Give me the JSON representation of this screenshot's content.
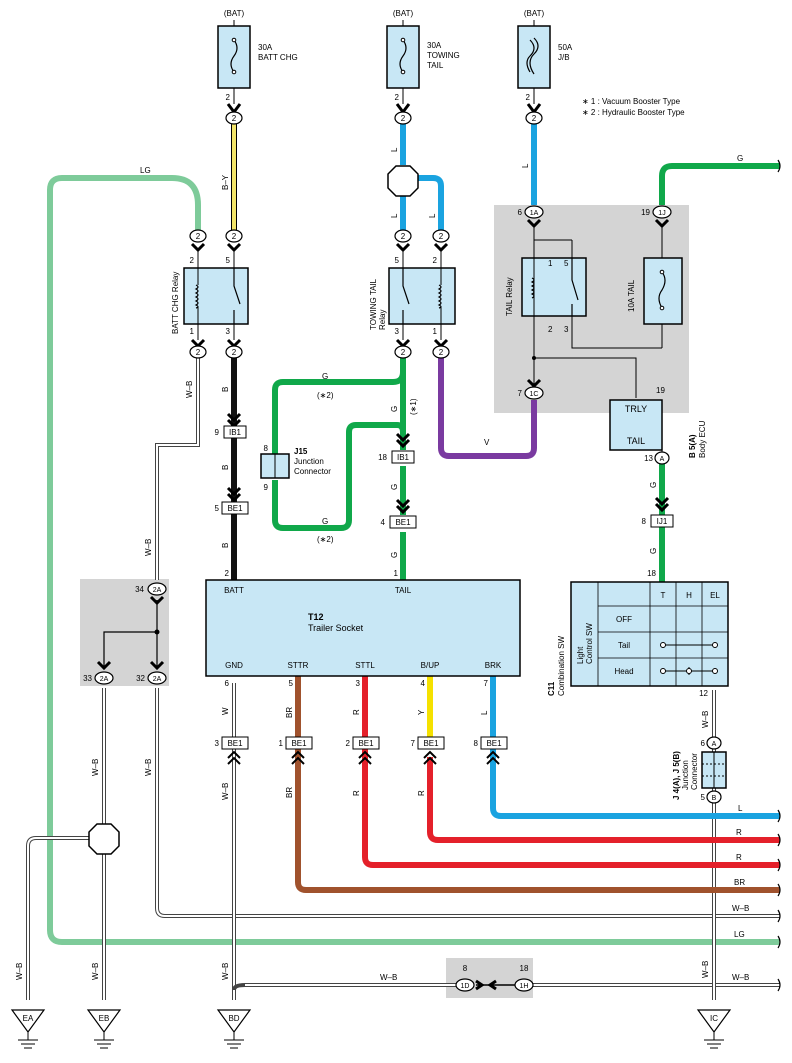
{
  "colors": {
    "LG": "#7ecb9a",
    "G": "#10a84a",
    "L": "#1aa3e0",
    "BY": "#f3e56a",
    "V": "#7a3aa0",
    "R": "#e4202a",
    "BR": "#a0522d",
    "Y": "#f5e100",
    "B": "#111111",
    "gray_box": "#d4d4d4",
    "component_fill": "#c8e7f5"
  },
  "notes": {
    "n1": "∗ 1 : Vacuum Booster Type",
    "n2": "∗ 2 : Hydraulic Booster Type"
  },
  "fuses": {
    "batt_chg": {
      "source": "(BAT)",
      "rating": "30A",
      "name": "BATT CHG",
      "pin": "2",
      "conn": "2"
    },
    "towing_tail": {
      "source": "(BAT)",
      "rating": "30A",
      "name1": "TOWING",
      "name2": "TAIL",
      "pin": "2",
      "conn": "2"
    },
    "jb": {
      "source": "(BAT)",
      "rating": "50A",
      "name": "J/B",
      "pin": "2",
      "conn": "2"
    }
  },
  "relays": {
    "batt_chg": {
      "name": "BATT CHG Relay",
      "pins": [
        "2",
        "5",
        "1",
        "3"
      ],
      "conns": [
        "2",
        "2",
        "2",
        "2"
      ]
    },
    "towing_tail": {
      "name1": "TOWING TAIL",
      "name2": "Relay",
      "pins": [
        "5",
        "2",
        "3",
        "1"
      ],
      "conns": [
        "2",
        "2",
        "2",
        "2"
      ]
    },
    "tail": {
      "name": "TAIL Relay",
      "pins": [
        "1",
        "5",
        "2",
        "3"
      ],
      "conn_top": "1A",
      "pin_top": "6",
      "conn_bot": "1C",
      "pin_bot": "7"
    }
  },
  "fuse_10a": {
    "name": "10A TAIL",
    "conn": "1J",
    "pin": "19"
  },
  "body_ecu": {
    "code": "B 5(A)",
    "name": "Body ECU",
    "trly": "TRLY",
    "tail": "TAIL",
    "pin_top": "19",
    "pin": "13",
    "conn": "A"
  },
  "junction_j15": {
    "code": "J15",
    "name1": "Junction",
    "name2": "Connector",
    "pin_top": "8",
    "pin_bot": "9"
  },
  "junction_j4": {
    "code": "J 4(A), J 5(B)",
    "name1": "Junction",
    "name2": "Connector",
    "pin_a": "6",
    "conn_a": "A",
    "pin_b": "5",
    "conn_b": "B"
  },
  "trailer_socket": {
    "code": "T12",
    "name": "Trailer Socket",
    "top_pins": [
      {
        "label": "BATT",
        "pin": "2"
      },
      {
        "label": "TAIL",
        "pin": "1"
      }
    ],
    "bottom_pins": [
      {
        "label": "GND",
        "pin": "6"
      },
      {
        "label": "STTR",
        "pin": "5"
      },
      {
        "label": "STTL",
        "pin": "3"
      },
      {
        "label": "B/UP",
        "pin": "4"
      },
      {
        "label": "BRK",
        "pin": "7"
      }
    ]
  },
  "combination_sw": {
    "code": "C11",
    "name": "Combination SW",
    "sub1": "Light",
    "sub2": "Control SW",
    "cols": [
      "T",
      "H",
      "EL"
    ],
    "rows": [
      "OFF",
      "Tail",
      "Head"
    ],
    "pin_top": "18",
    "pin_bot": "12"
  },
  "connectors": {
    "ib1": {
      "label": "IB1",
      "pin": "9"
    },
    "ib1b": {
      "label": "IB1",
      "pin": "18"
    },
    "be1_batt": {
      "label": "BE1",
      "pin": "5"
    },
    "be1_tail": {
      "label": "BE1",
      "pin": "4"
    },
    "ij1": {
      "label": "IJ1",
      "pin": "8"
    },
    "be1_gnd": {
      "label": "BE1",
      "pin": "3"
    },
    "be1_sttr": {
      "label": "BE1",
      "pin": "1"
    },
    "be1_sttl": {
      "label": "BE1",
      "pin": "2"
    },
    "be1_bup": {
      "label": "BE1",
      "pin": "7"
    },
    "be1_brk": {
      "label": "BE1",
      "pin": "8"
    },
    "c2a_top": {
      "label": "2A",
      "pin": "34"
    },
    "c2a_l": {
      "label": "2A",
      "pin": "33"
    },
    "c2a_r": {
      "label": "2A",
      "pin": "32"
    },
    "c1d": {
      "label": "1D",
      "pin": "8"
    },
    "c1h": {
      "label": "1H",
      "pin": "18"
    }
  },
  "wire_labels": {
    "lg": "LG",
    "by": "B–Y",
    "l": "L",
    "g": "G",
    "wb": "W–B",
    "b": "B",
    "v": "V",
    "w": "W",
    "br": "BR",
    "r": "R",
    "y": "Y",
    "star1": "(∗1)",
    "star2": "(∗2)"
  },
  "grounds": [
    "EA",
    "EB",
    "BD",
    "IC"
  ]
}
